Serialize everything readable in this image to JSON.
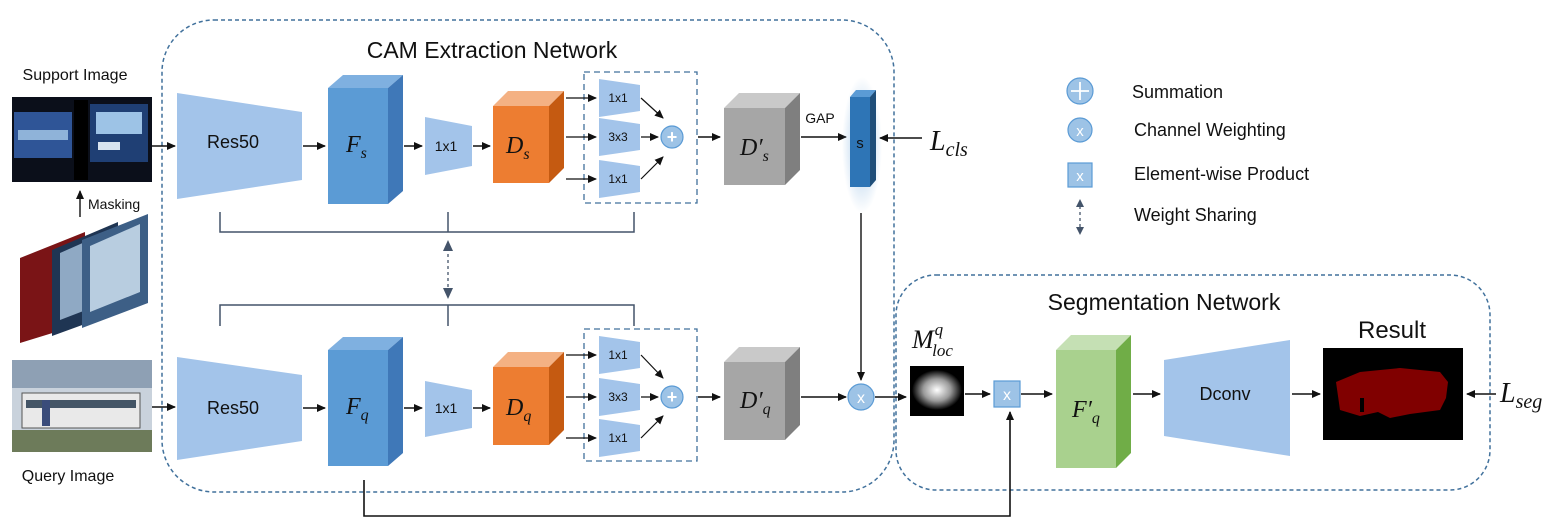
{
  "cam_network": {
    "title": "CAM Extraction Network",
    "support_label": "Support Image",
    "query_label": "Query Image",
    "masking_label": "Masking",
    "res50_label": "Res50",
    "conv1x1": "1x1",
    "conv3x3": "3x3",
    "fs": "F",
    "fs_sub": "s",
    "fq": "F",
    "fq_sub": "q",
    "ds": "D",
    "ds_sub": "s",
    "dq": "D",
    "dq_sub": "q",
    "dps": "D′",
    "dps_sub": "s",
    "dpq": "D′",
    "dpq_sub": "q",
    "gap_label": "GAP",
    "s_label": "s",
    "lcls": "L",
    "lcls_sub": "cls"
  },
  "seg_network": {
    "title": "Segmentation Network",
    "result_label": "Result",
    "mloc": "M",
    "mloc_sup": "q",
    "mloc_sub": "loc",
    "fpq": "F′",
    "fpq_sub": "q",
    "dconv_label": "Dconv",
    "lseg": "L",
    "lseg_sub": "seg",
    "product_symbol": "x"
  },
  "legend": {
    "summation": "Summation",
    "channel_weighting": "Channel Weighting",
    "elementwise": "Element-wise Product",
    "weight_sharing": "Weight Sharing",
    "x_symbol": "x",
    "plus_symbol": "+"
  },
  "colors": {
    "light_blue": "#a3c4ea",
    "feature_blue": "#5b9bd5",
    "orange": "#ed7d31",
    "gray": "#a6a6a6",
    "green": "#a9d18e",
    "dashed_border": "#41719c",
    "dark_blue": "#2e75b6"
  }
}
